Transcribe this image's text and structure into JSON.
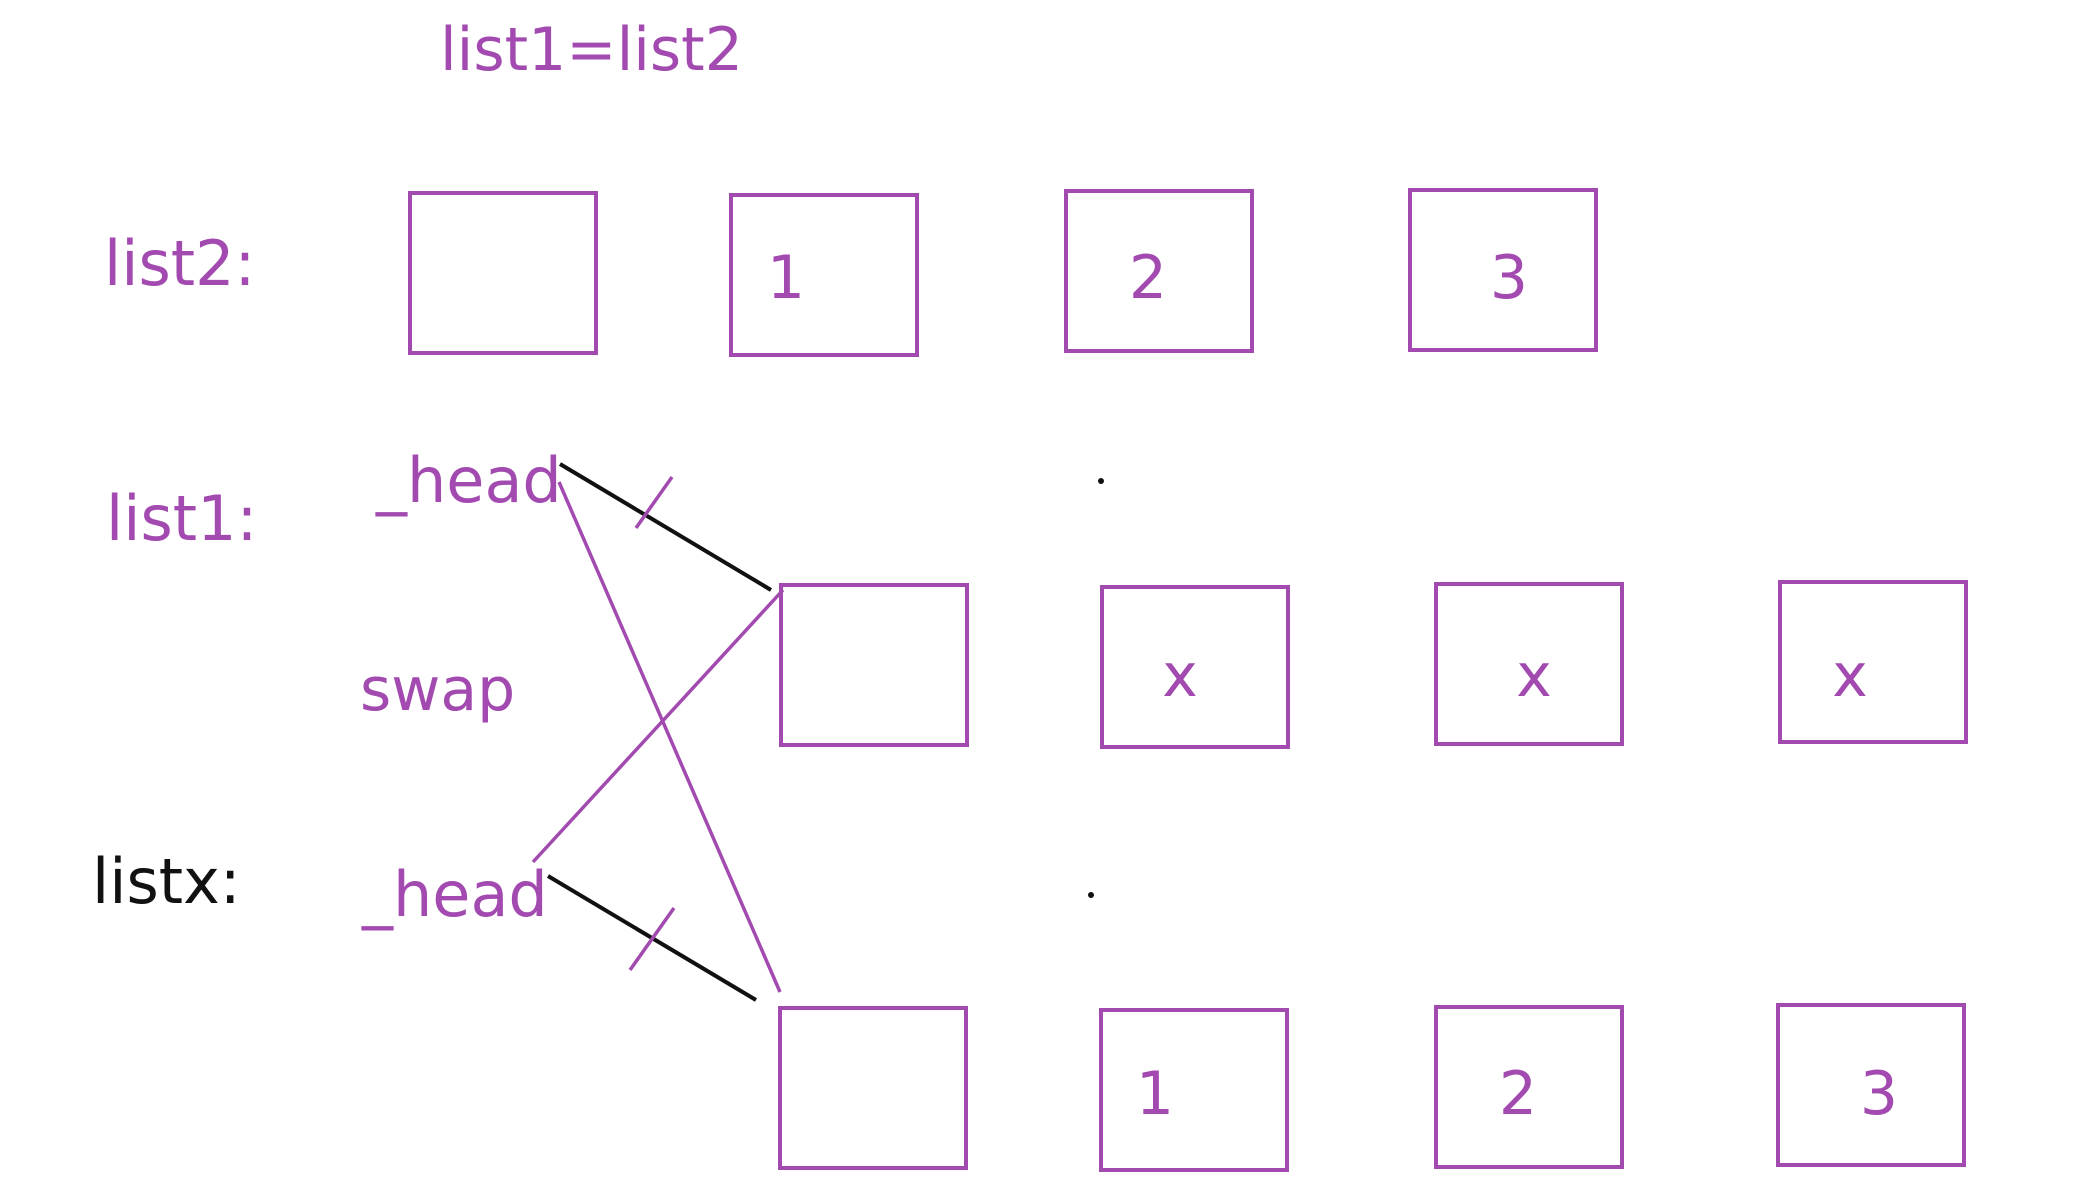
{
  "title": "list1=list2",
  "row_labels": {
    "list2": "list2:",
    "list1": "list1:",
    "listx": "listx:"
  },
  "pointer_labels": {
    "list1_head": "_head",
    "listx_head": "_head"
  },
  "operation_label": "swap",
  "list2_nodes": [
    "",
    "1",
    "2",
    "3"
  ],
  "list1_nodes": [
    "",
    "x",
    "x",
    "x"
  ],
  "listx_nodes": [
    "",
    "1",
    "2",
    "3"
  ],
  "colors": {
    "accent": "#a24ab0",
    "dark": "#111111"
  }
}
